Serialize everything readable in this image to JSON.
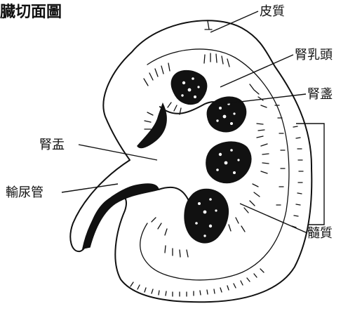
{
  "diagram": {
    "title": "腎臓切面圖",
    "labels": {
      "cortex": "皮質",
      "papilla": "腎乳頭",
      "calyx": "腎盞",
      "pelvis": "腎盂",
      "ureter": "輸尿管",
      "medulla": "髓質"
    }
  }
}
